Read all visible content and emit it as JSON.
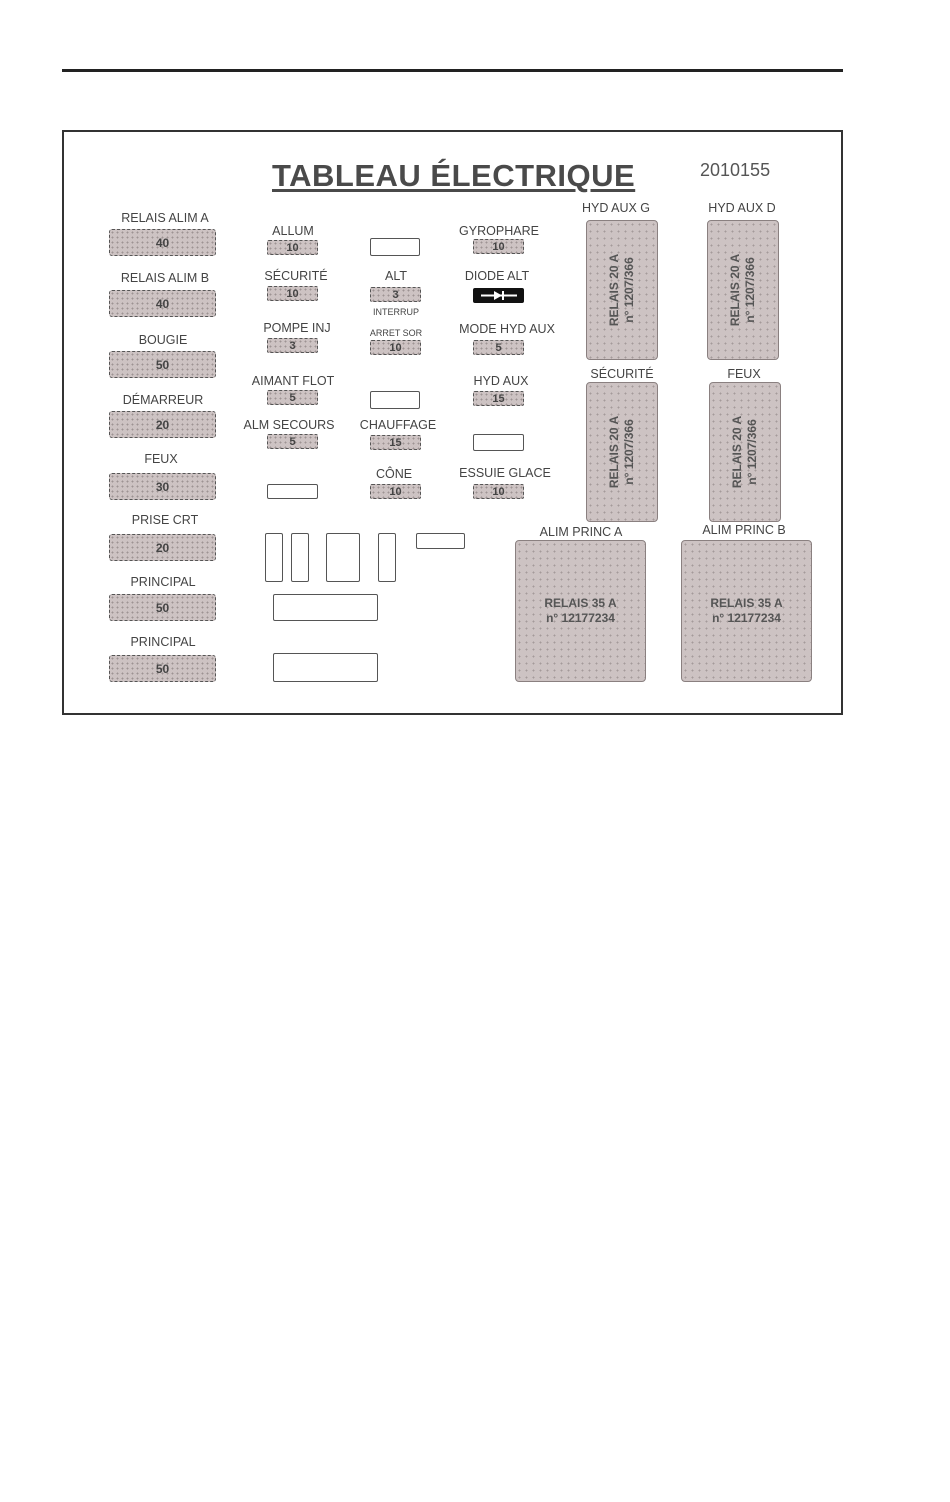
{
  "title": "TABLEAU ÉLECTRIQUE",
  "part_number": "2010155",
  "colors": {
    "fuse_fill": "#cdc3c3",
    "border": "#333333",
    "diode": "#111111"
  },
  "left_column": [
    {
      "label": "RELAIS ALIM A",
      "value": "40"
    },
    {
      "label": "RELAIS ALIM B",
      "value": "40"
    },
    {
      "label": "BOUGIE",
      "value": "50"
    },
    {
      "label": "DÉMARREUR",
      "value": "20"
    },
    {
      "label": "FEUX",
      "value": "30"
    },
    {
      "label": "PRISE CRT",
      "value": "20"
    },
    {
      "label": "PRINCIPAL",
      "value": "50"
    },
    {
      "label": "PRINCIPAL",
      "value": "50"
    }
  ],
  "col2": [
    {
      "label": "ALLUM",
      "value": "10"
    },
    {
      "label": "SÉCURITÉ",
      "value": "10"
    },
    {
      "label": "POMPE INJ",
      "value": "3"
    },
    {
      "label": "AIMANT FLOT",
      "value": "5"
    },
    {
      "label": "ALM SECOURS",
      "value": "5"
    }
  ],
  "col3": [
    {
      "label": "ALT",
      "value": "3"
    },
    {
      "label": "INTERRUP",
      "label2": "ARRET SOR",
      "value": "10"
    },
    {
      "label": "CHAUFFAGE",
      "value": "15"
    },
    {
      "label": "CÔNE",
      "value": "10"
    }
  ],
  "col4": [
    {
      "label": "GYROPHARE",
      "value": "10"
    },
    {
      "label": "DIODE ALT",
      "icon": "diode-icon"
    },
    {
      "label": "MODE HYD AUX",
      "value": "5"
    },
    {
      "label": "HYD AUX",
      "value": "15"
    },
    {
      "label": "ESSUIE GLACE",
      "value": "10"
    }
  ],
  "relays": {
    "hyd_aux_g": {
      "label": "HYD AUX G",
      "line1": "RELAIS 20 A",
      "line2": "n° 1207/366"
    },
    "hyd_aux_d": {
      "label": "HYD AUX D",
      "line1": "RELAIS 20 A",
      "line2": "n° 1207/366"
    },
    "securite": {
      "label": "SÉCURITÉ",
      "line1": "RELAIS 20 A",
      "line2": "n° 1207/366"
    },
    "feux": {
      "label": "FEUX",
      "line1": "RELAIS 20 A",
      "line2": "n° 1207/366"
    },
    "alim_princ_a": {
      "label": "ALIM PRINC A",
      "line1": "RELAIS 35 A",
      "line2": "n° 12177234"
    },
    "alim_princ_b": {
      "label": "ALIM PRINC B",
      "line1": "RELAIS 35 A",
      "line2": "n° 12177234"
    }
  }
}
